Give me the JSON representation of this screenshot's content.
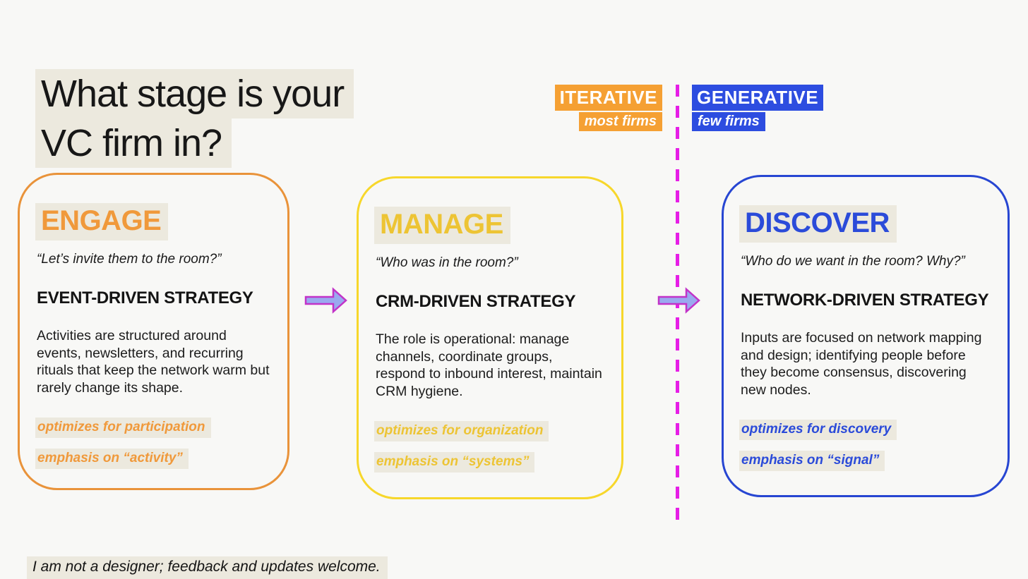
{
  "title": {
    "line1": "What stage is your",
    "line2": "VC firm in?"
  },
  "axis": {
    "iterative": {
      "label": "ITERATIVE",
      "sublabel": "most firms"
    },
    "generative": {
      "label": "GENERATIVE",
      "sublabel": "few firms"
    }
  },
  "cards": [
    {
      "title": "ENGAGE",
      "quote": "“Let’s invite them to the room?”",
      "strategy": "EVENT-DRIVEN STRATEGY",
      "description": "Activities are structured around events, newsletters, and recurring rituals that keep the network warm but rarely change its shape.",
      "tags": [
        "optimizes for participation",
        "emphasis on “activity”"
      ]
    },
    {
      "title": "MANAGE",
      "quote": "“Who was in the room?”",
      "strategy": "CRM-DRIVEN STRATEGY",
      "description": "The role is operational: manage channels, coordinate groups, respond to inbound interest, maintain CRM hygiene.",
      "tags": [
        "optimizes for organization",
        "emphasis on “systems”"
      ]
    },
    {
      "title": "DISCOVER",
      "quote": "“Who do we want in the room? Why?”",
      "strategy": "NETWORK-DRIVEN STRATEGY",
      "description": "Inputs are focused on network mapping and design; identifying people before they become consensus, discovering new nodes.",
      "tags": [
        "optimizes for discovery",
        "emphasis on “signal”"
      ]
    }
  ],
  "footer": {
    "note": "I am not a designer; feedback and updates welcome."
  },
  "colors": {
    "background": "#f8f8f6",
    "ink": "#171717",
    "highlight": "#ece9de",
    "engage": "#f0993b",
    "engage_border": "#e9933a",
    "manage": "#edc434",
    "manage_border": "#f7d72b",
    "discover": "#2b4bd9",
    "discover_border": "#2746d2",
    "iterative_bg": "#f5a033",
    "generative_bg": "#2d4de0",
    "divider_line": "#e61ee6",
    "arrow_fill": "#9aa9ef",
    "arrow_stroke": "#c233c8"
  }
}
